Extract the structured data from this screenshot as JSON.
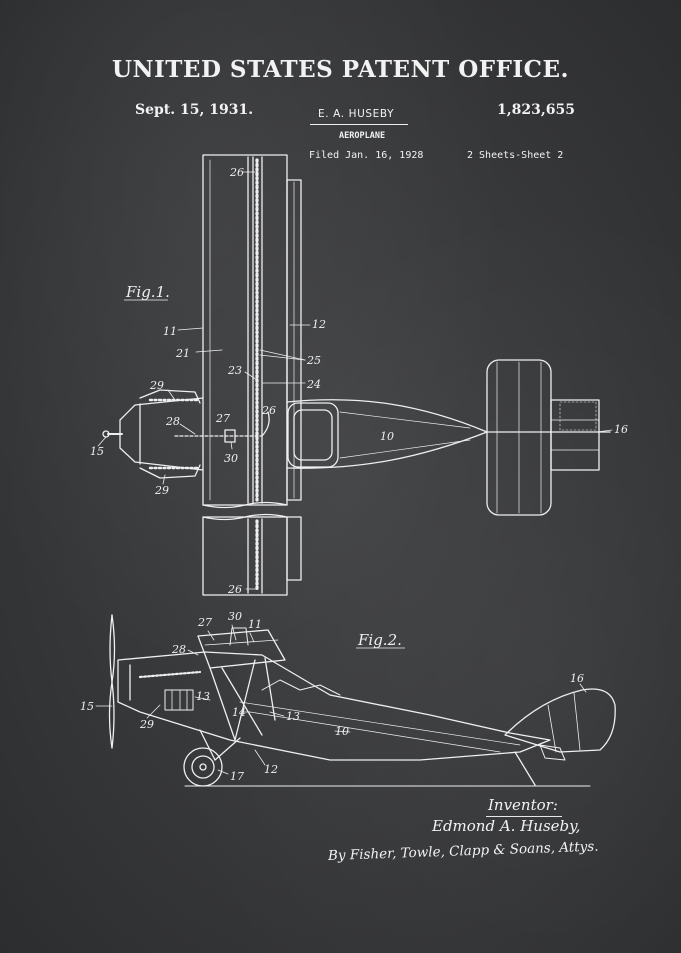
{
  "header": {
    "office": "UNITED STATES PATENT OFFICE.",
    "date": "Sept. 15, 1931.",
    "inventor": "E. A. HUSEBY",
    "patent_number": "1,823,655",
    "title": "AEROPLANE",
    "filed": "Filed Jan. 16, 1928",
    "sheets": "2 Sheets-Sheet 2"
  },
  "figures": {
    "fig1_label": "Fig.1.",
    "fig2_label": "Fig.2."
  },
  "reference_numerals": {
    "n26_top": "26",
    "n11": "11",
    "n12": "12",
    "n21": "21",
    "n25": "25",
    "n23": "23",
    "n24": "24",
    "n29_top": "29",
    "n28": "28",
    "n27": "27",
    "n26_mid": "26",
    "n30": "30",
    "n15": "15",
    "n29_bottom": "29",
    "n10": "10",
    "n16": "16",
    "n26_bottom": "26",
    "f2_27": "27",
    "f2_30": "30",
    "f2_11": "11",
    "f2_28": "28",
    "f2_15": "15",
    "f2_13a": "13",
    "f2_29": "29",
    "f2_14": "14",
    "f2_13b": "13",
    "f2_10": "10",
    "f2_16": "16",
    "f2_12": "12",
    "f2_17": "17"
  },
  "signature": {
    "inventor_label": "Inventor:",
    "inventor_name": "Edmond A. Huseby,",
    "attorneys": "By Fisher, Towle, Clapp & Soans, Attys."
  },
  "colors": {
    "background": "#3a3b3d",
    "chalk": "#f2f2f2"
  }
}
